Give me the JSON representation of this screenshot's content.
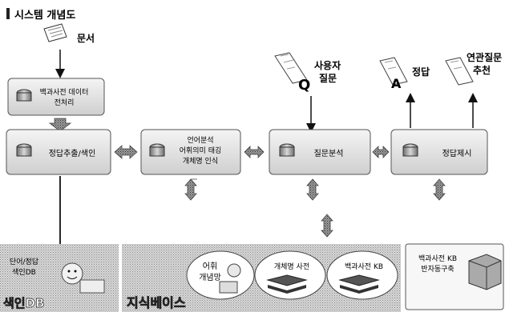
{
  "title": "시스템 개념도",
  "top_labels": {
    "document": "문서",
    "user_question_1": "사용자",
    "user_question_2": "질문",
    "answer": "정답",
    "related_1": "연관질문",
    "related_2": "추천"
  },
  "glyphs": {
    "q": "Q",
    "a": "A"
  },
  "boxes": {
    "preprocess_1": "백과사전 데이터",
    "preprocess_2": "전처리",
    "extract": "정답추출/색인",
    "lang_1": "언어분석",
    "lang_2": "어휘의미 태깅",
    "lang_3": "개체명 인식",
    "question_analysis": "질문분석",
    "answer_present": "정답제시"
  },
  "bottom": {
    "index_db_label_1": "단어/정답",
    "index_db_label_2": "색인DB",
    "index_db_title": "색인DB",
    "kb_title": "지식베이스",
    "vocab_1": "어휘",
    "vocab_2": "개념망",
    "entity_dict": "개체명 사전",
    "encyc_kb": "백과사전 KB",
    "encyc_build_1": "백과사전 KB",
    "encyc_build_2": "반자동구축"
  }
}
